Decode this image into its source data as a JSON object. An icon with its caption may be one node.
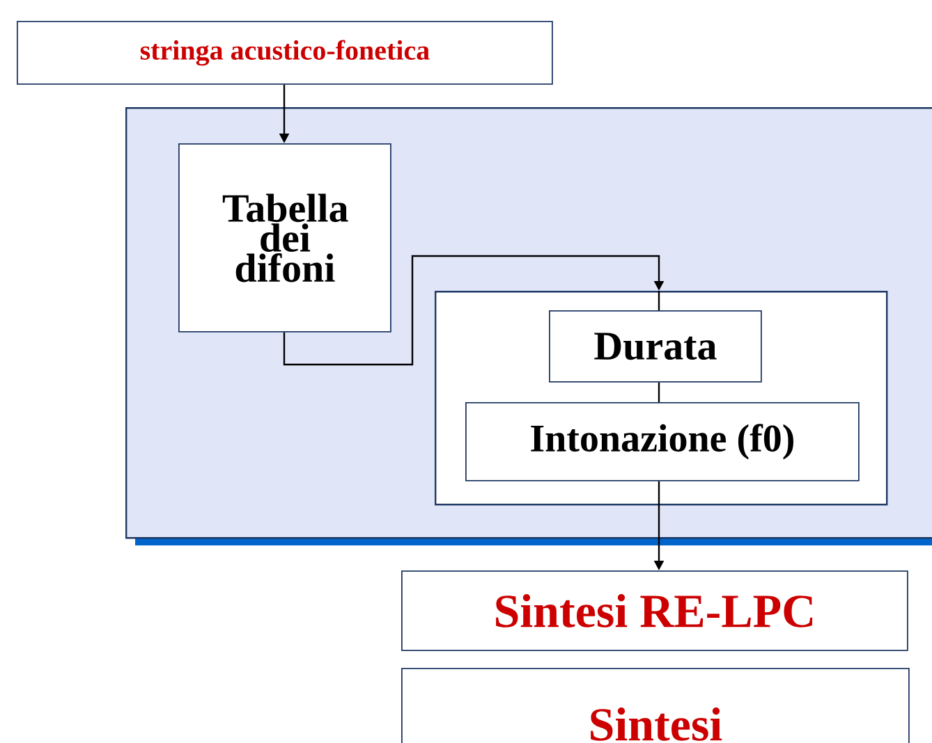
{
  "diagram": {
    "nodes": [
      {
        "text": [
          "stringa acustico-fonetica"
        ]
      },
      {
        "text": [],
        "shape": "box"
      },
      {
        "text": [
          "Tabella dei difoni"
        ],
        "in": 1
      },
      {
        "text": [],
        "shape": "box",
        "in": 1
      },
      {
        "text": [
          "Durata"
        ],
        "in": 3
      },
      {
        "text": [
          "Intonazione (f0)"
        ],
        "in": 3
      },
      {
        "text": [
          "Sintesi RE-LPC"
        ]
      },
      {
        "text": [
          "Sintesi"
        ]
      }
    ],
    "edges": [
      {
        "from": 0,
        "to": 2,
        "arrow": "to"
      },
      {
        "from": 2,
        "to": 3,
        "arrow": "to"
      },
      {
        "from": 3,
        "to": 4,
        "arrow": "none"
      },
      {
        "from": 4,
        "to": 5,
        "arrow": "none"
      },
      {
        "from": 5,
        "to": 6,
        "arrow": "to"
      }
    ]
  }
}
